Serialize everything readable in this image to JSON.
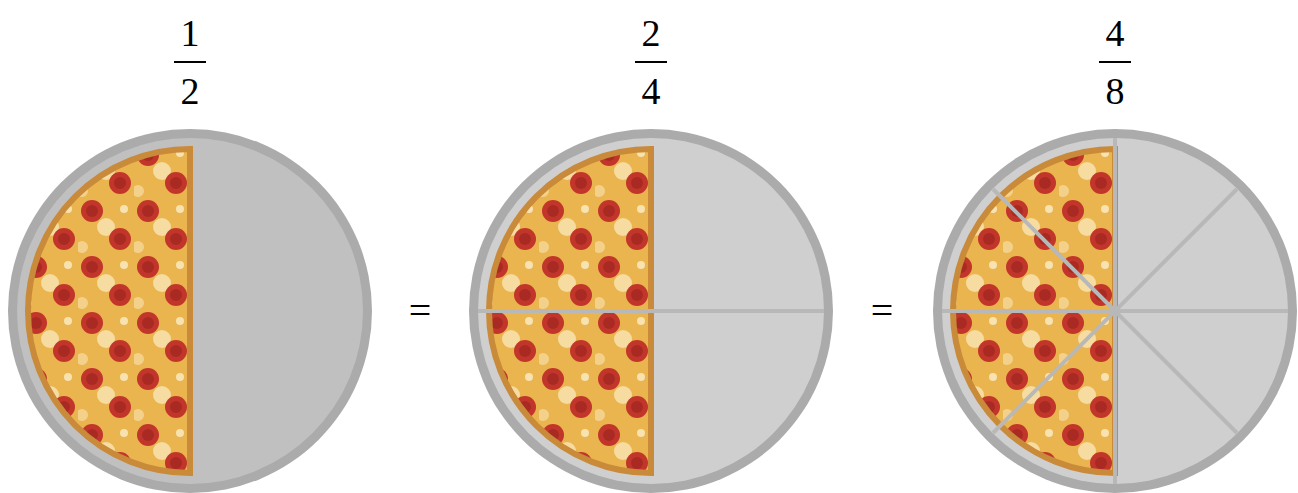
{
  "diagram": {
    "labels": [
      "1",
      "2",
      "2",
      "4",
      "4",
      "8",
      "=",
      "="
    ]
  }
}
